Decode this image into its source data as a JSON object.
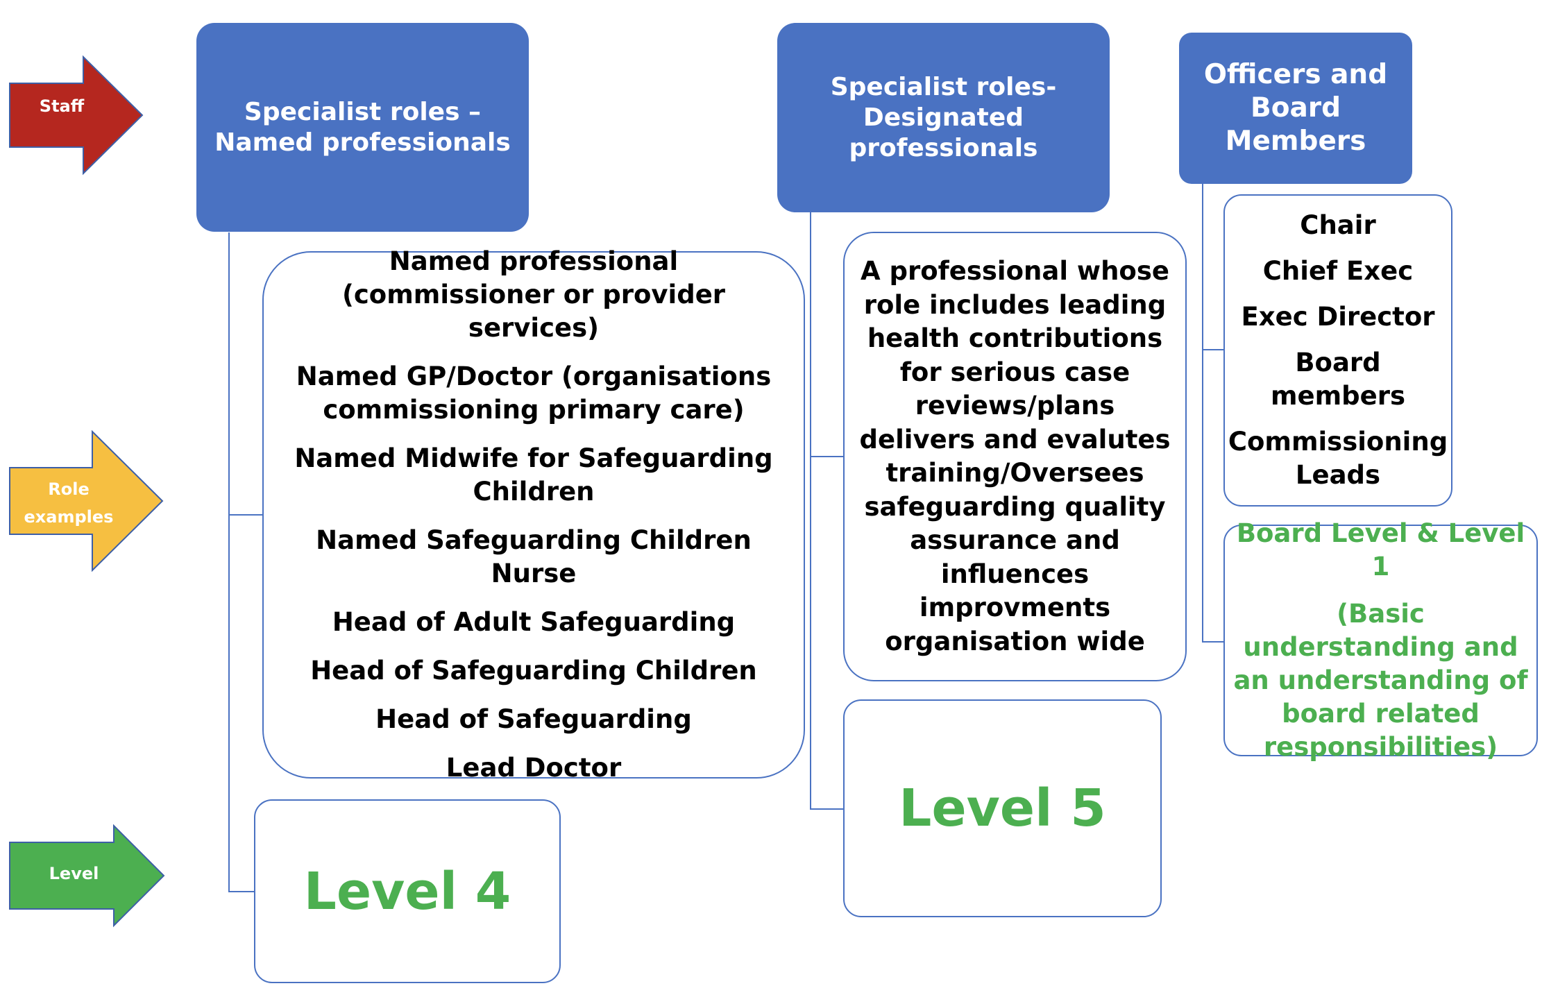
{
  "arrows": {
    "staff": {
      "label": "Staff",
      "color": "#b5271f"
    },
    "role_examples": {
      "label": "Role\nexamples",
      "color": "#f6bf41"
    },
    "level": {
      "label": "Level",
      "color": "#4caf50"
    }
  },
  "columns": {
    "named": {
      "header": "Specialist roles – Named professionals",
      "roles": [
        "Named professional (commissioner or provider services)",
        "Named GP/Doctor (organisations commissioning primary care)",
        "Named Midwife for Safeguarding Children",
        "Named Safeguarding Children Nurse",
        "Head of Adult Safeguarding",
        "Head of Safeguarding Children",
        "Head of Safeguarding",
        "Lead Doctor"
      ],
      "level": "Level 4"
    },
    "designated": {
      "header": "Specialist roles-\nDesignated professionals",
      "description": "A professional whose role includes leading health contributions for serious case reviews/plans delivers and evalutes training/Oversees safeguarding quality assurance and influences improvments organisation wide",
      "level": "Level 5"
    },
    "officers": {
      "header": "Officers and Board Members",
      "roles": [
        "Chair",
        "Chief Exec",
        "Exec Director",
        "Board members",
        "Commissioning Leads"
      ],
      "level_title": "Board Level & Level 1",
      "level_note": "(Basic understanding and an understanding of board related responsibilities)"
    }
  },
  "colors": {
    "header_fill": "#4a72c2",
    "border": "#4a72c2",
    "level_green": "#4caf50"
  }
}
